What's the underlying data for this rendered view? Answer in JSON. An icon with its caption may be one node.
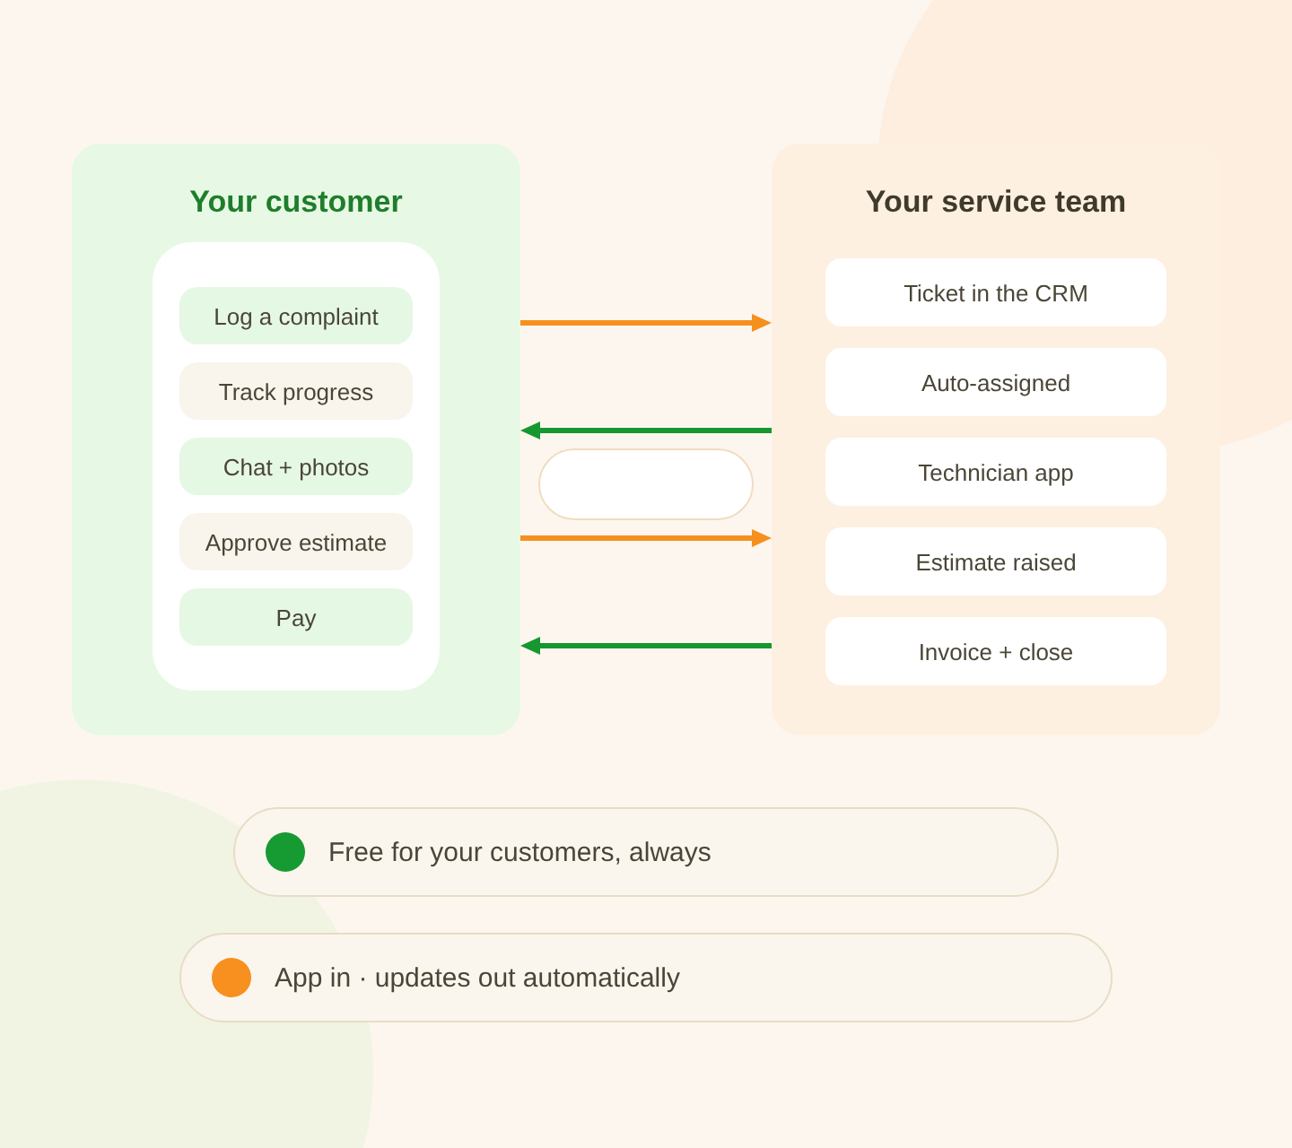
{
  "diagram": {
    "nodes": [
      {
        "text": [
          "Your customer"
        ]
      },
      {
        "text": [],
        "shape": "box",
        "in": 0
      },
      {
        "text": [
          "Log a complaint"
        ],
        "in": 1
      },
      {
        "text": [
          "Track progress"
        ],
        "in": 1
      },
      {
        "text": [
          "Chat + photos"
        ],
        "in": 1
      },
      {
        "text": [
          "Approve estimate"
        ],
        "in": 1
      },
      {
        "text": [
          "Pay"
        ],
        "in": 1
      },
      {
        "text": [
          "Your service team"
        ]
      },
      {
        "text": [
          "Ticket in the CRM"
        ],
        "in": 7
      },
      {
        "text": [
          "Auto-assigned"
        ],
        "in": 7
      },
      {
        "text": [
          "Technician app"
        ],
        "in": 7
      },
      {
        "text": [
          "Estimate raised"
        ],
        "in": 7
      },
      {
        "text": [
          "Invoice + close"
        ],
        "in": 7
      },
      {
        "text": [],
        "shape": "pill"
      }
    ],
    "edges": [
      {
        "from": 0,
        "to": 7,
        "arrow": "to",
        "color": "#f5901f"
      },
      {
        "from": 7,
        "to": 0,
        "arrow": "to",
        "color": "#17972f"
      },
      {
        "from": 0,
        "to": 7,
        "arrow": "to",
        "color": "#f5901f"
      },
      {
        "from": 7,
        "to": 0,
        "arrow": "to",
        "color": "#17972f"
      }
    ],
    "legend": [
      {
        "text": "Free for your customers, always",
        "color": "#169a32"
      },
      {
        "text": "App in · updates out automatically",
        "color": "#f7901e"
      }
    ]
  }
}
